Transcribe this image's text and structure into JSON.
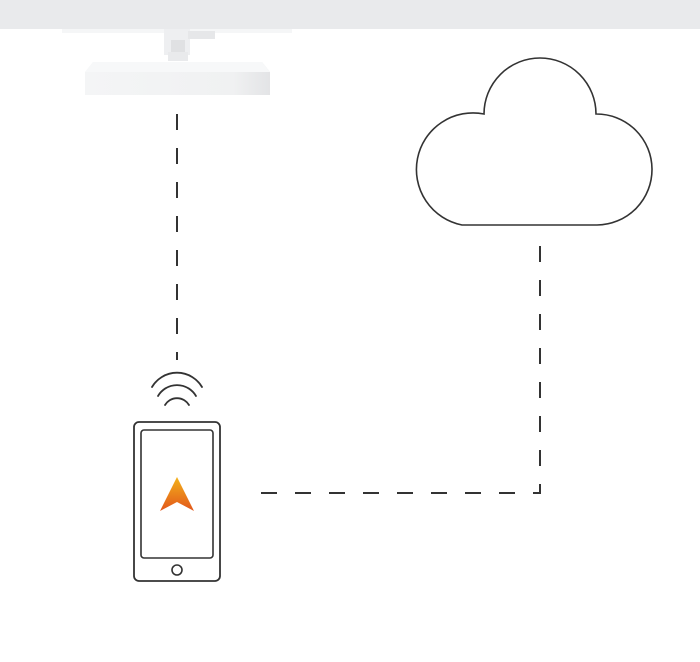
{
  "diagram": {
    "nodes": [
      {
        "id": "ceiling-device",
        "icon": "ceiling-mounted-device-icon"
      },
      {
        "id": "cloud",
        "icon": "cloud-icon"
      },
      {
        "id": "smartphone",
        "icon": "smartphone-icon",
        "app_icon": "app-logo-icon"
      }
    ],
    "connections": [
      {
        "from": "ceiling-device",
        "to": "smartphone",
        "style": "dashed",
        "label": "wireless"
      },
      {
        "from": "smartphone",
        "to": "cloud",
        "style": "dashed"
      }
    ],
    "colors": {
      "line": "#333333",
      "device_body": "#f2f3f4",
      "top_bar": "#e9eaec",
      "app_logo_top": "#f3b21b",
      "app_logo_bottom": "#e2561b"
    }
  }
}
